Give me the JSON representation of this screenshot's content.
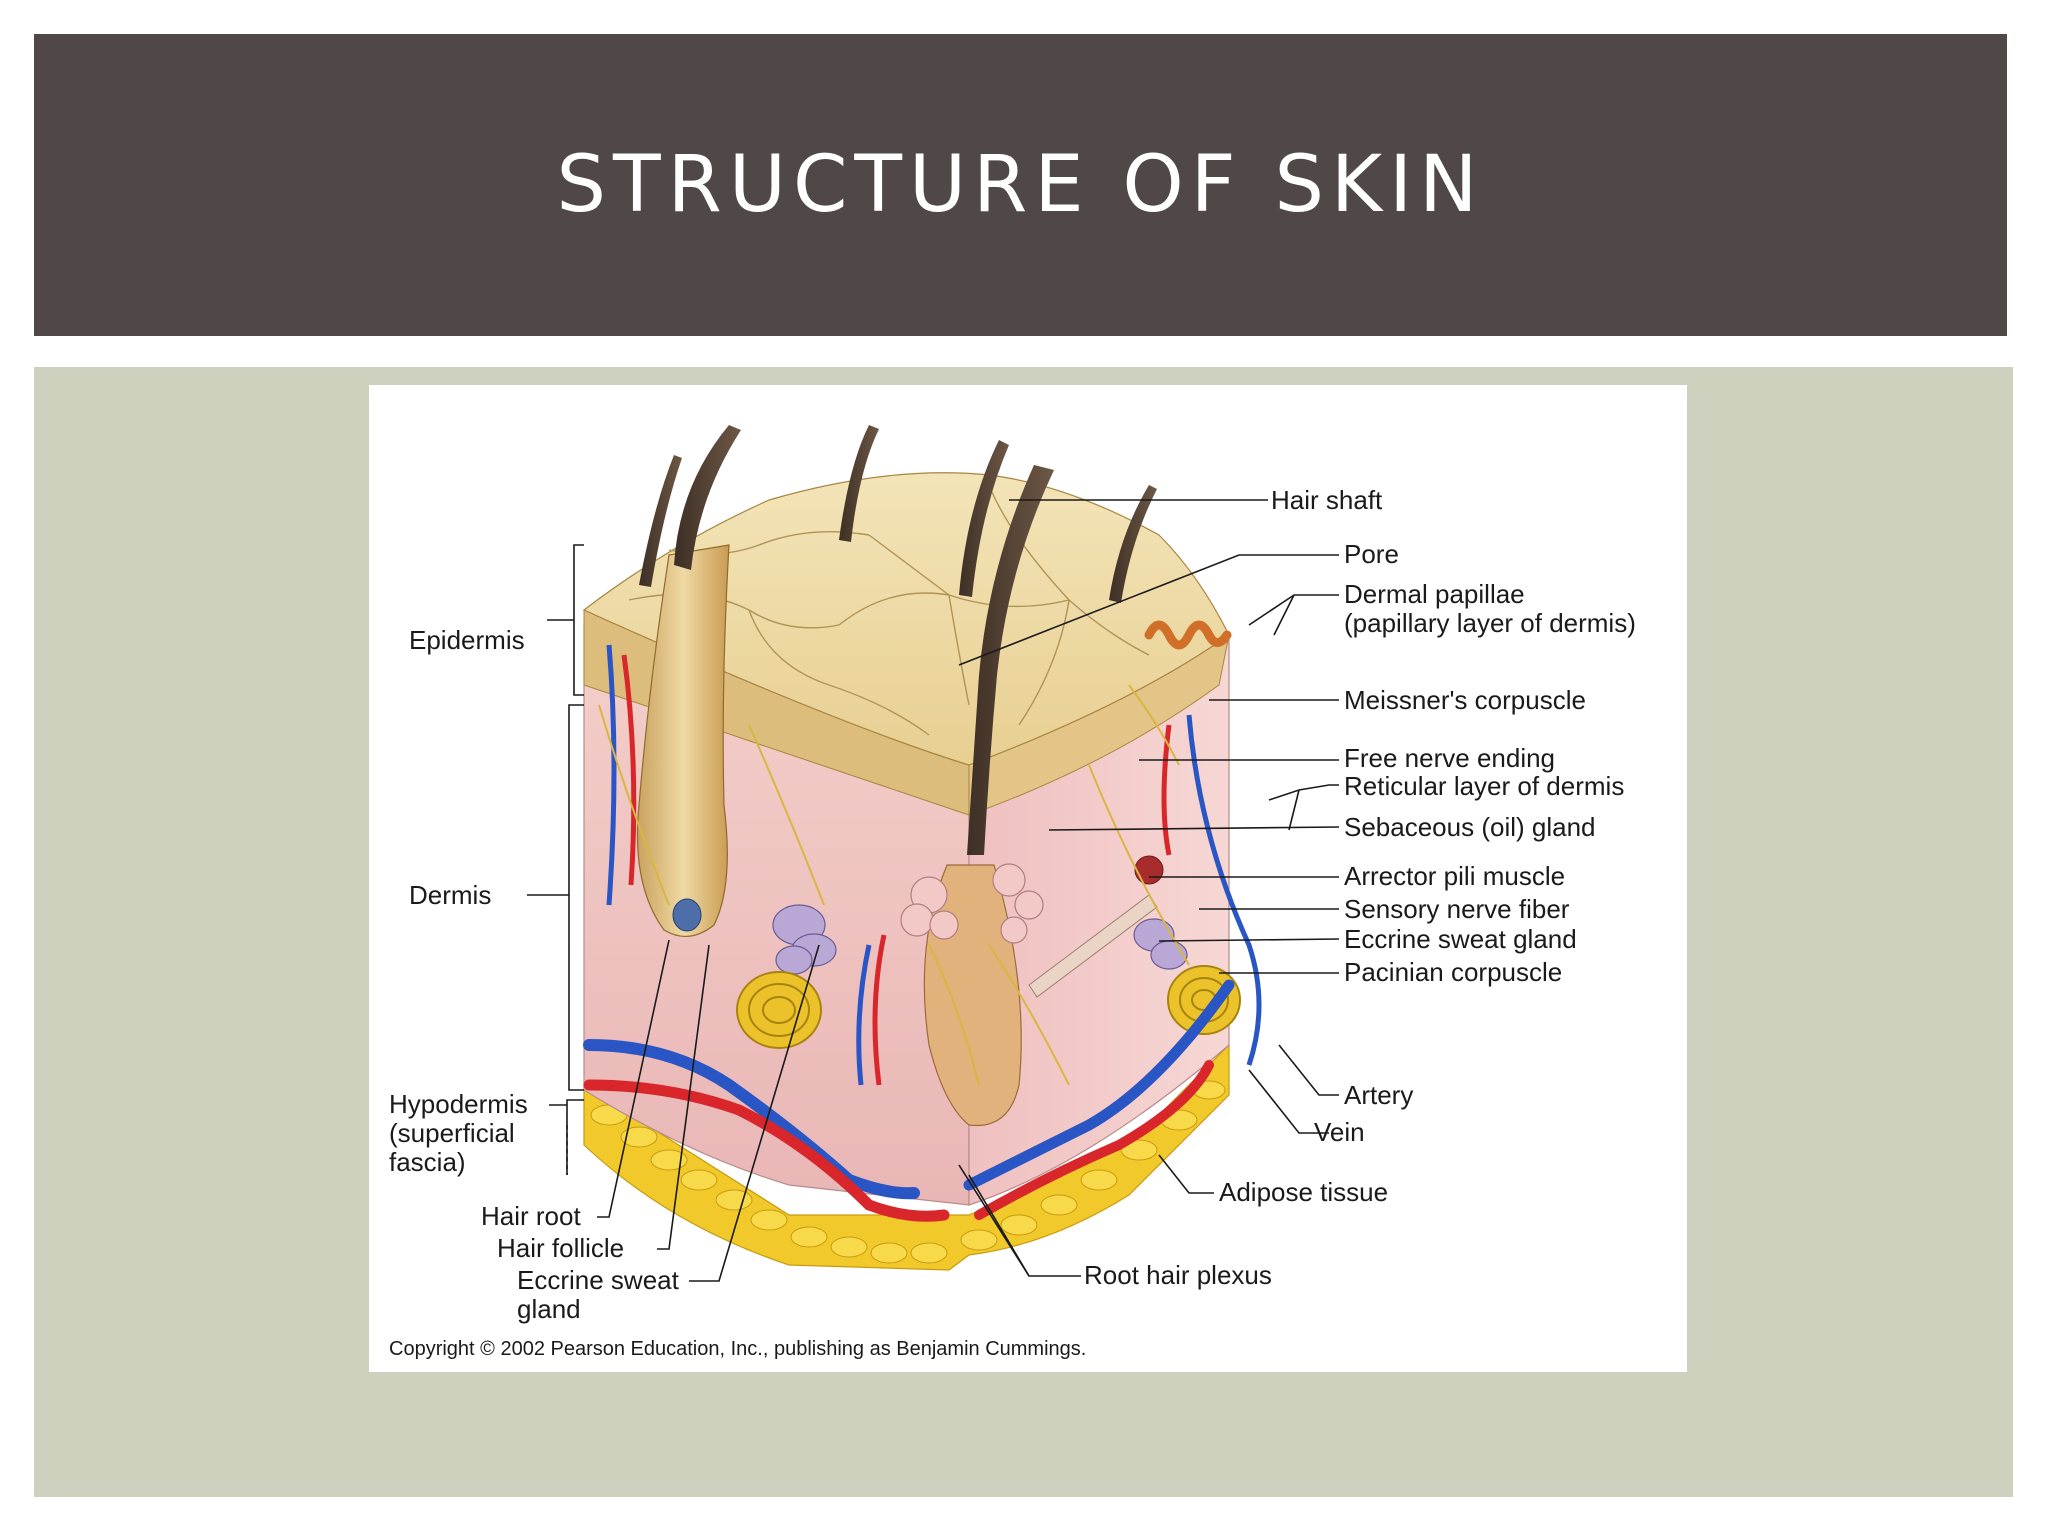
{
  "slide": {
    "title": "STRUCTURE OF SKIN"
  },
  "colors": {
    "title_bar": "#504748",
    "content_bg": "#ced1bd",
    "artery": "#d8262b",
    "vein": "#2a55c4",
    "adipose": "#f2c92b",
    "dermis": "#f0c7c4",
    "epidermis_top": "#f2e0b0"
  },
  "figure": {
    "layers": {
      "epidermis": "Epidermis",
      "dermis": "Dermis",
      "hypodermis_line1": "Hypodermis",
      "hypodermis_line2": "(superficial",
      "hypodermis_line3": "fascia)"
    },
    "right_labels": {
      "hair_shaft": "Hair shaft",
      "pore": "Pore",
      "dermal_papillae_1": "Dermal papillae",
      "dermal_papillae_2": "(papillary layer of dermis)",
      "meissners": "Meissner's corpuscle",
      "free_nerve": "Free nerve ending",
      "reticular": "Reticular layer of dermis",
      "sebaceous": "Sebaceous (oil) gland",
      "arrector": "Arrector pili muscle",
      "sensory": "Sensory nerve fiber",
      "eccrine_right": "Eccrine sweat gland",
      "pacinian": "Pacinian corpuscle",
      "artery": "Artery",
      "vein": "Vein",
      "adipose": "Adipose tissue",
      "root_hair_plexus": "Root hair plexus"
    },
    "bottom_left_labels": {
      "hair_root": "Hair root",
      "hair_follicle": "Hair follicle",
      "eccrine_1": "Eccrine sweat",
      "eccrine_2": "gland"
    },
    "copyright": "Copyright © 2002 Pearson Education, Inc., publishing as Benjamin Cummings."
  }
}
